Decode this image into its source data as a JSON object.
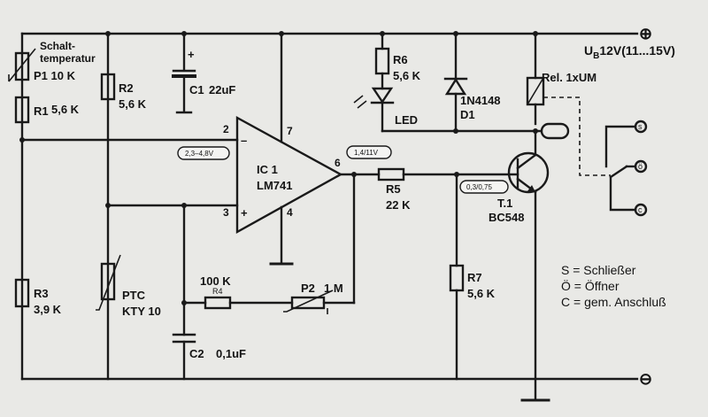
{
  "supply": {
    "plus_symbol": "⊕",
    "minus_symbol": "⊖",
    "ub_label": "U",
    "ub_sub": "B",
    "voltage": "12V(11...15V)"
  },
  "components": {
    "p1_title_1": "Schalt-",
    "p1_title_2": "temperatur",
    "p1": "P1 10 K",
    "r1": "R1",
    "r1_value": "5,6 K",
    "r2": "R2",
    "r2_value": "5,6 K",
    "c1": "C1",
    "c1_value": "22uF",
    "c1_plus": "+",
    "r3": "R3",
    "r3_value": "3,9 K",
    "ptc": "PTC",
    "ptc_type": "KTY 10",
    "r4_value": "100 K",
    "r4": "R4",
    "p2": "P2",
    "p2_value": "1 M",
    "c2": "C2",
    "c2_value": "0,1uF",
    "ic": "IC 1",
    "ic_type": "LM741",
    "pin2": "2",
    "pin3": "3",
    "pin4": "4",
    "pin6": "6",
    "pin7": "7",
    "minus_in": "–",
    "plus_in": "+",
    "r5": "R5",
    "r5_value": "22 K",
    "r6": "R6",
    "r6_value": "5,6 K",
    "led": "LED",
    "diode": "1N4148",
    "d1": "D1",
    "relay": "Rel. 1xUM",
    "r7": "R7",
    "r7_value": "5,6 K",
    "t1": "T.1",
    "t1_type": "BC548"
  },
  "voltages": {
    "v_pin2": "2,3–4,8V",
    "v_pin6": "1,4/11V",
    "v_base": "0,3/0,75"
  },
  "contacts": {
    "s": "s",
    "o": "ö",
    "c": "c"
  },
  "legend": {
    "line1": "S = Schließer",
    "line2": "Ö = Öffner",
    "line3": "C = gem. Anschluß"
  }
}
